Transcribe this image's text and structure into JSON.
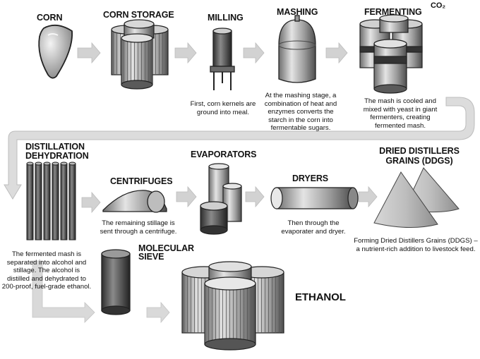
{
  "stages": {
    "corn": "CORN",
    "corn_storage": "CORN STORAGE",
    "milling": "MILLING",
    "mashing": "MASHING",
    "fermenting": "FERMENTING",
    "co2": "CO₂",
    "distillation": "DISTILLATION",
    "dehydration": "DEHYDRATION",
    "centrifuges": "CENTRIFUGES",
    "evaporators": "EVAPORATORS",
    "dryers": "DRYERS",
    "ddgs": "DRIED DISTILLERS GRAINS (DDGS)",
    "molecular_sieve": "MOLECULAR SIEVE",
    "ethanol": "ETHANOL"
  },
  "captions": {
    "milling": "First, corn kernels are ground into meal.",
    "mashing": "At the mashing stage, a combination of heat and enzymes converts the starch in the corn into fermentable sugars.",
    "fermenting": "The mash is cooled and mixed with yeast in giant fermenters, creating fermented mash.",
    "distillation": "The fermented mash is separated into alcohol and stillage. The alcohol is distilled and dehydrated to 200-proof, fuel-grade ethanol.",
    "centrifuges": "The remaining stillage is sent through a centrifuge.",
    "dryers": "Then through the evaporater and dryer.",
    "ddgs": "Forming Dried Distillers Grains (DDGS) – a nutrient-rich addition to livestock feed."
  },
  "colors": {
    "metal_light": "#e6e6e6",
    "metal_mid": "#a8a8a8",
    "metal_dark": "#4a4a4a",
    "arrow": "#d2d2d2",
    "pipe": "#dcdcdc"
  }
}
